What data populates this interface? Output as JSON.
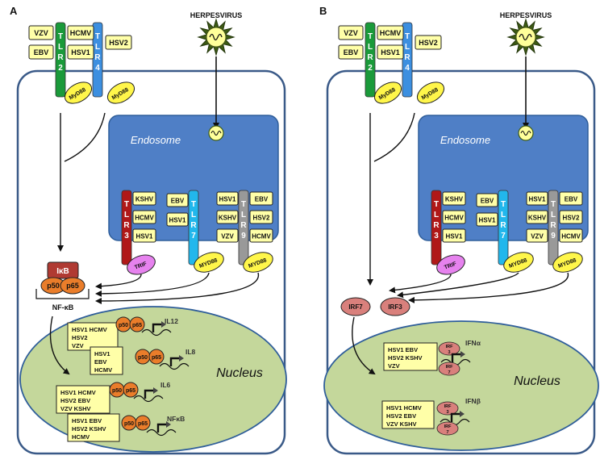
{
  "colors": {
    "cell_border": "#3a5a88",
    "endosome": "#4f7fc6",
    "endosome_border": "#2f5e9a",
    "nucleus": "#c4d79b",
    "nucleus_border": "#2f5e9a",
    "virus_label_box": "#ffffa8",
    "tlr2": "#1a9a3a",
    "tlr4": "#3c8fe0",
    "tlr3": "#b01818",
    "tlr7": "#22b7ec",
    "tlr9": "#999999",
    "myd88": "#fff64a",
    "trif": "#e682ee",
    "ikb": "#b03a32",
    "p50p65": "#ea7d2a",
    "irf": "#d9807c"
  },
  "panelA": {
    "letter": "A",
    "herpesvirus": "HERPESVIRUS",
    "endosome": "Endosome",
    "nucleus": "Nucleus",
    "tlr2": "TLR2",
    "tlr4": "TLR4",
    "myd88": "MyD88",
    "viruses": {
      "vzv": "VZV",
      "hcmv": "HCMV",
      "ebv": "EBV",
      "hsv1": "HSV1",
      "hsv2": "HSV2"
    },
    "tlr3": {
      "name": "TLR3",
      "viruses": [
        "KSHV",
        "HCMV",
        "HSV1"
      ],
      "adaptor": "TRIF"
    },
    "tlr7": {
      "name": "TLR7",
      "viruses": [
        "EBV",
        "HSV1"
      ],
      "adaptor": "MYD88"
    },
    "tlr9": {
      "name": "TLR9",
      "viruses_left": [
        "HSV1",
        "KSHV",
        "VZV"
      ],
      "viruses_right": [
        "EBV",
        "HSV2",
        "HCMV"
      ],
      "adaptor": "MYD88"
    },
    "ikb": "IκB",
    "p50": "p50",
    "p65": "p65",
    "nfkb": "NF-κB",
    "genes": [
      {
        "label": "IL12",
        "box": [
          "HSV1   HCMV",
          "HSV2",
          "VZV"
        ]
      },
      {
        "label": "IL8",
        "box": [
          "HSV1",
          "EBV",
          "HCMV"
        ]
      },
      {
        "label": "IL6",
        "box": [
          "HSV1  HCMV",
          "HSV2   EBV",
          "VZV    KSHV"
        ]
      },
      {
        "label": "NFκB",
        "box": [
          "HSV1   EBV",
          "HSV2  KSHV",
          "HCMV"
        ]
      }
    ]
  },
  "panelB": {
    "letter": "B",
    "herpesvirus": "HERPESVIRUS",
    "endosome": "Endosome",
    "nucleus": "Nucleus",
    "tlr2": "TLR2",
    "tlr4": "TLR4",
    "myd88": "MyD88",
    "viruses": {
      "vzv": "VZV",
      "hcmv": "HCMV",
      "ebv": "EBV",
      "hsv1": "HSV1",
      "hsv2": "HSV2"
    },
    "tlr3": {
      "name": "TLR3",
      "viruses": [
        "KSHV",
        "HCMV",
        "HSV1"
      ],
      "adaptor": "TRIF"
    },
    "tlr7": {
      "name": "TLR7",
      "viruses": [
        "EBV",
        "HSV1"
      ],
      "adaptor": "MYD88"
    },
    "tlr9": {
      "name": "TLR9",
      "viruses_left": [
        "HSV1",
        "KSHV",
        "VZV"
      ],
      "viruses_right": [
        "EBV",
        "HSV2",
        "HCMV"
      ],
      "adaptor": "MYD88"
    },
    "irf7": "IRF7",
    "irf3": "IRF3",
    "irf_small_top": [
      "IRF",
      "3"
    ],
    "irf_small_bottom": [
      "IRF",
      "7"
    ],
    "genes": [
      {
        "label": "IFNα",
        "box": [
          "HSV1   EBV",
          "HSV2  KSHV",
          "VZV"
        ]
      },
      {
        "label": "IFNβ",
        "box": [
          "HSV1  HCMV",
          "HSV2   EBV",
          "VZV    KSHV"
        ]
      }
    ]
  }
}
